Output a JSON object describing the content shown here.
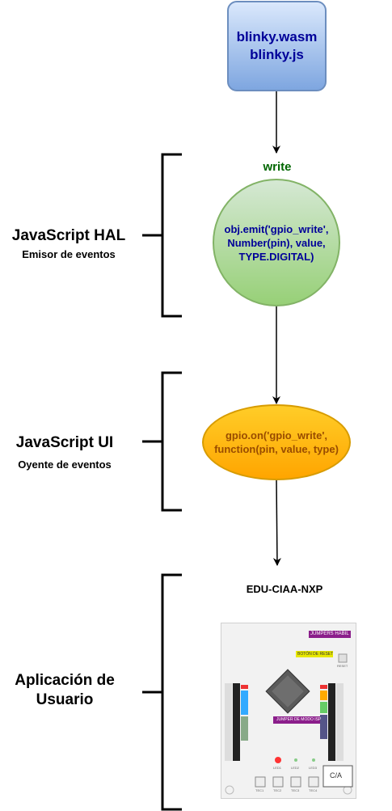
{
  "source_box": {
    "line1": "blinky.wasm",
    "line2": "blinky.js"
  },
  "edge_label": "write",
  "hal_node": {
    "line1": "obj.emit('gpio_write',",
    "line2": "Number(pin), value,",
    "line3": "TYPE.DIGITAL)"
  },
  "ui_node": {
    "line1": "gpio.on('gpio_write',",
    "line2": "function(pin, value, type)"
  },
  "layers": [
    {
      "title": "JavaScript HAL",
      "subtitle": "Emisor de eventos"
    },
    {
      "title": "JavaScript UI",
      "subtitle": "Oyente de eventos"
    },
    {
      "title_line1": "Aplicación de",
      "title_line2": "Usuario"
    }
  ],
  "board": {
    "name": "EDU-CIAA-NXP",
    "tags": [
      "JUMPERS HABIL",
      "BOTÓN DE RESET",
      "JUMPER DE MODO ISP"
    ],
    "logo": "C/A",
    "reset_label": "RESET",
    "led_labels": [
      "LED1",
      "LED2",
      "LED3"
    ],
    "button_labels": [
      "TEC1",
      "TEC2",
      "TEC3",
      "TEC4"
    ]
  },
  "colors": {
    "blue_fill": "#dae8fc",
    "green_fill": "#d5e8d4",
    "orange_fill": "#ffcd28",
    "write_green": "#006600",
    "text_navy": "#000099",
    "text_brown": "#994c00"
  }
}
